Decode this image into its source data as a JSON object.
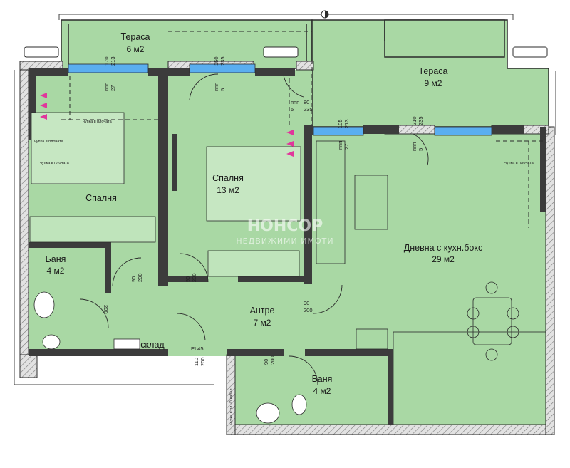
{
  "rooms": [
    {
      "name": "Тераса",
      "area": "6 м2"
    },
    {
      "name": "Тераса",
      "area": "9 м2"
    },
    {
      "name": "Спалня",
      "area": ""
    },
    {
      "name": "Спалня",
      "area": "13 м2"
    },
    {
      "name": "Баня",
      "area": "4 м2"
    },
    {
      "name": "Антре",
      "area": "7 м2"
    },
    {
      "name": "Баня",
      "area": "4 м2"
    },
    {
      "name": "Дневна с кухн.бокс",
      "area": "29 м2"
    },
    {
      "name": "склад",
      "area": ""
    }
  ],
  "dimensions": {
    "d1": [
      "170",
      "213"
    ],
    "d2": [
      "ппп",
      "27"
    ],
    "d3": [
      "150",
      "235"
    ],
    "d4": [
      "ппп",
      "5"
    ],
    "d5": [
      "80",
      "235"
    ],
    "d6": [
      "ппп",
      "5"
    ],
    "d7": [
      "105",
      "213"
    ],
    "d8": [
      "ппп",
      "27"
    ],
    "d9": [
      "210",
      "235"
    ],
    "d10": [
      "ппп",
      "5"
    ],
    "d11": [
      "90",
      "200"
    ],
    "d12": [
      "90",
      "200"
    ],
    "d13": [
      "90",
      "200"
    ],
    "d14": [
      "90",
      "200"
    ],
    "d15": [
      "200"
    ],
    "d16": [
      "EI 45"
    ],
    "d17": [
      "110",
      "200"
    ]
  },
  "notes": {
    "n1": "чупка в плочата",
    "n2": "чупка в плочата",
    "n3": "чупка в плочата",
    "n4": "чупка в плочата",
    "n5": "чупка в пл. ∅ кабел"
  },
  "watermark": {
    "line1": "НОНСОР",
    "line2": "НЕДВИЖИМИ ИМОТИ"
  },
  "colors": {
    "floor": "#a9d8a4",
    "wall": "#3c3c3c",
    "window": "#5aaef0",
    "insulation": "#bdbdbd",
    "pink_arrow": "#e0379b"
  }
}
